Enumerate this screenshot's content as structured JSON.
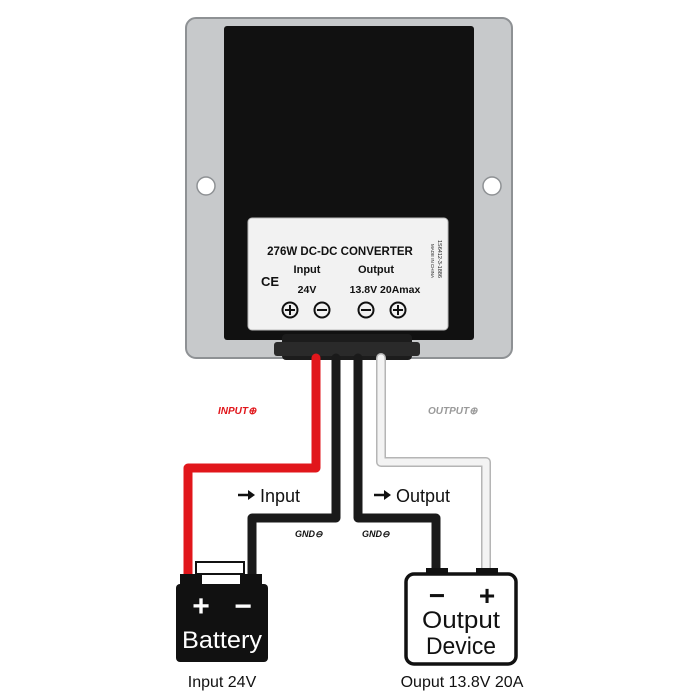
{
  "colors": {
    "housing": "#c7c9cb",
    "housing_edge": "#8e9194",
    "black_panel": "#111111",
    "label_bg": "#f2f2f2",
    "wire_red": "#e1161b",
    "wire_black": "#1a1a1a",
    "wire_white": "#f3f3f3",
    "wire_white_edge": "#b5b5b5",
    "input_accent": "#e1161b",
    "output_accent": "#9a9a9a"
  },
  "converter": {
    "title": "276W DC-DC CONVERTER",
    "input_heading": "Input",
    "output_heading": "Output",
    "input_voltage": "24V",
    "output_rating": "13.8V 20Amax",
    "ce_mark": "CE",
    "side_code": "1S6412-3-1886",
    "side_made": "MADE IN CHINA",
    "terminal_icons": [
      "plus-circle-icon",
      "minus-circle-icon",
      "minus-circle-icon",
      "plus-circle-icon"
    ]
  },
  "wiring": {
    "input_plus_label": "INPUT⊕",
    "output_plus_label": "OUTPUT⊕",
    "gnd_left_label": "GND⊖",
    "gnd_right_label": "GND⊖",
    "input_arrow_label": "Input",
    "output_arrow_label": "Output",
    "arrow_icon": "arrow-right-icon"
  },
  "battery": {
    "plus": "+",
    "minus": "−",
    "name": "Battery",
    "caption": "Input 24V"
  },
  "device": {
    "minus": "−",
    "plus": "+",
    "name_line1": "Output",
    "name_line2": "Device",
    "caption": "Ouput 13.8V 20A"
  }
}
